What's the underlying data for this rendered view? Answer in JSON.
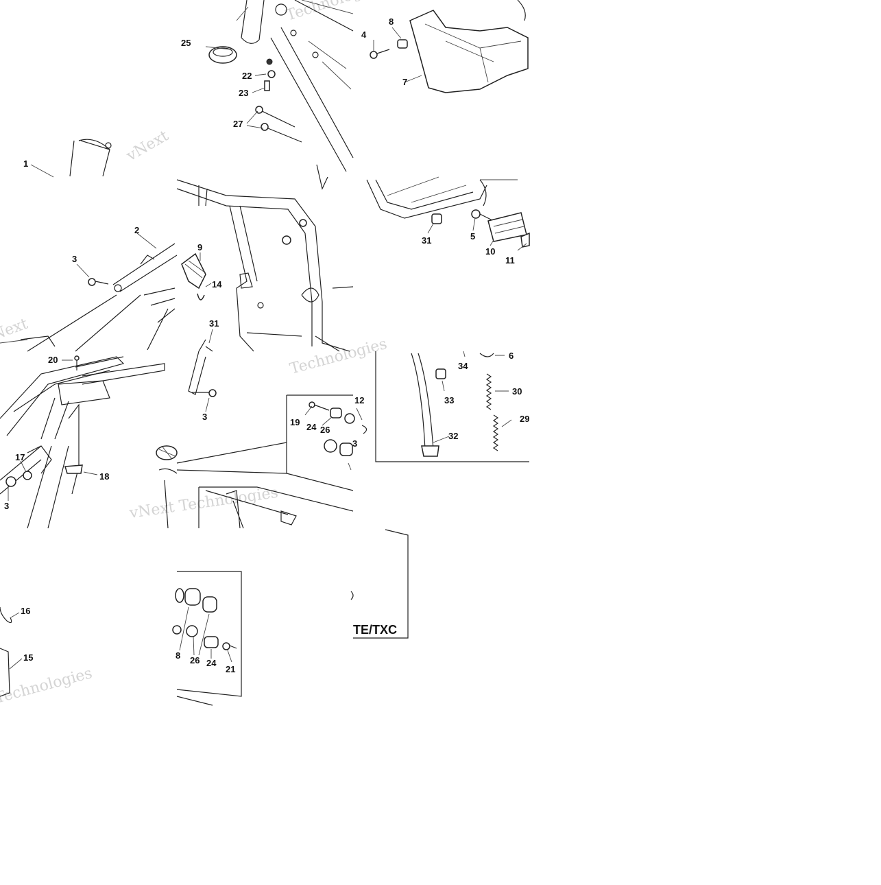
{
  "diagram": {
    "labels": [
      "1",
      "2",
      "3",
      "4",
      "5",
      "6",
      "7",
      "8",
      "9",
      "10",
      "11",
      "12",
      "14",
      "15",
      "16",
      "17",
      "18",
      "19",
      "20",
      "21",
      "22",
      "23",
      "24",
      "25",
      "26",
      "27",
      "29",
      "30",
      "31",
      "32",
      "33",
      "34"
    ],
    "model_tag": "TE/TXC",
    "watermarks": [
      "Technologies",
      "vNext",
      "vNext Technologies"
    ]
  },
  "callouts": {
    "c1": "1",
    "c2": "2",
    "c3a": "3",
    "c3b": "3",
    "c3c": "3",
    "c3d": "3",
    "c4": "4",
    "c5": "5",
    "c6": "6",
    "c7": "7",
    "c8a": "8",
    "c8b": "8",
    "c9": "9",
    "c10": "10",
    "c11": "11",
    "c12": "12",
    "c14": "14",
    "c15": "15",
    "c16": "16",
    "c17": "17",
    "c18": "18",
    "c19": "19",
    "c20": "20",
    "c21": "21",
    "c22": "22",
    "c23": "23",
    "c24a": "24",
    "c24b": "24",
    "c25": "25",
    "c26a": "26",
    "c26b": "26",
    "c27": "27",
    "c29": "29",
    "c30": "30",
    "c31a": "31",
    "c31b": "31",
    "c32": "32",
    "c33": "33",
    "c34": "34"
  }
}
